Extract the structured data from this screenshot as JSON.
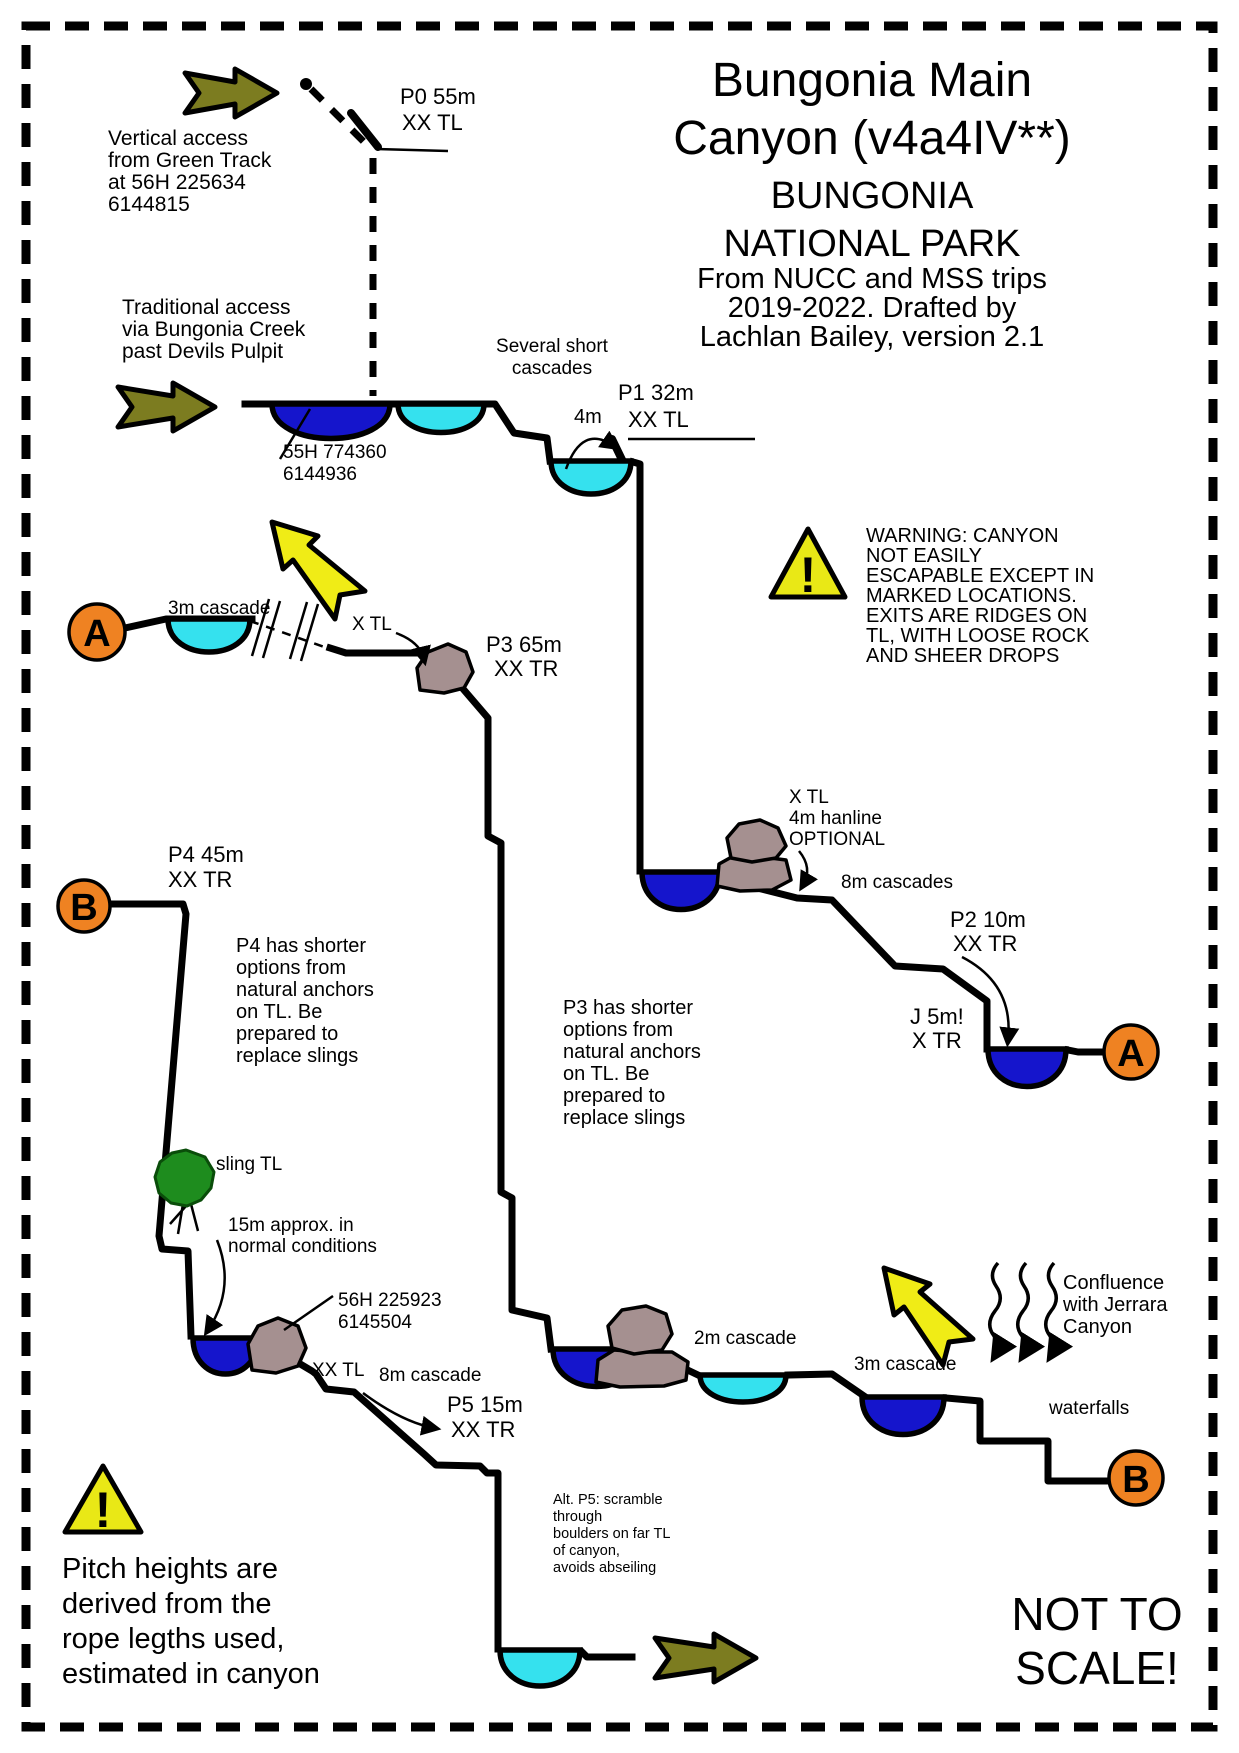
{
  "title": {
    "l1": "Bungonia Main",
    "l2": "Canyon (v4a4IV**)",
    "l3": "BUNGONIA",
    "l4": "NATIONAL PARK",
    "c1": "From NUCC and MSS trips",
    "c2": "2019-2022. Drafted by",
    "c3": "Lachlan Bailey, version 2.1"
  },
  "access": {
    "vertical": [
      "Vertical access",
      "from Green Track",
      "at 56H 225634",
      "6144815"
    ],
    "traditional": [
      "Traditional access",
      "via Bungonia Creek",
      "past Devils Pulpit"
    ]
  },
  "pitches": {
    "p0": {
      "name": "P0 55m",
      "anchor": "XX TL"
    },
    "p1": {
      "name": "P1 32m",
      "anchor": "XX TL"
    },
    "p2": {
      "name": "P2 10m",
      "anchor": "XX TR"
    },
    "p3": {
      "name": "P3 65m",
      "anchor": "XX TR"
    },
    "p4": {
      "name": "P4 45m",
      "anchor": "XX TR"
    },
    "p5": {
      "name": "P5 15m",
      "anchor": "XX TR"
    },
    "jump": {
      "name": "J 5m!",
      "anchor": "X TR"
    }
  },
  "features": {
    "several": [
      "Several short",
      "cascades"
    ],
    "four_m": "4m",
    "cascade_3m_a": "3m cascade",
    "x_tl_a": "X TL",
    "hanline": [
      "X TL",
      "4m hanline",
      "OPTIONAL"
    ],
    "cascades_8m": "8m cascades",
    "cascade_2m": "2m cascade",
    "cascade_3m_b": "3m cascade",
    "waterfalls": "waterfalls",
    "sling": "sling TL",
    "approx15": [
      "15m approx. in",
      "normal conditions"
    ],
    "x_tl_b": "XX TL",
    "cascade_8m": "8m cascade"
  },
  "coords": {
    "entry": [
      "55H 774360",
      "6144936"
    ],
    "mid": [
      "56H 225923",
      "6145504"
    ]
  },
  "warning": {
    "mark": "!",
    "lines": [
      "WARNING: CANYON",
      "NOT EASILY",
      "ESCAPABLE EXCEPT IN",
      "MARKED LOCATIONS.",
      "EXITS ARE RIDGES ON",
      "TL, WITH LOOSE ROCK",
      "AND SHEER DROPS"
    ]
  },
  "notes": {
    "p4": [
      "P4 has shorter",
      "options from",
      "natural anchors",
      "on TL. Be",
      "prepared to",
      "replace slings"
    ],
    "p3": [
      "P3 has shorter",
      "options from",
      "natural anchors",
      "on TL. Be",
      "prepared to",
      "replace slings"
    ],
    "alt_p5": [
      "Alt. P5: scramble",
      "through",
      "boulders on far TL",
      "of canyon,",
      "avoids abseiling"
    ],
    "pitch_heights": [
      "Pitch heights are",
      "derived from the",
      "rope legths used,",
      "estimated in canyon"
    ]
  },
  "confluence": [
    "Confluence",
    "with Jerrara",
    "Canyon"
  ],
  "scale_note": [
    "NOT TO",
    "SCALE!"
  ],
  "markers": {
    "a": "A",
    "b": "B"
  },
  "colors": {
    "water_deep": "#1515cc",
    "water_shallow": "#35e1ee",
    "rock": "#a59090",
    "access_arrow": "#7c7c20",
    "escape_arrow": "#f0ec16",
    "marker_circle": "#ef8222",
    "tree": "#1e8c1e",
    "warning_fill": "#e9e816"
  }
}
